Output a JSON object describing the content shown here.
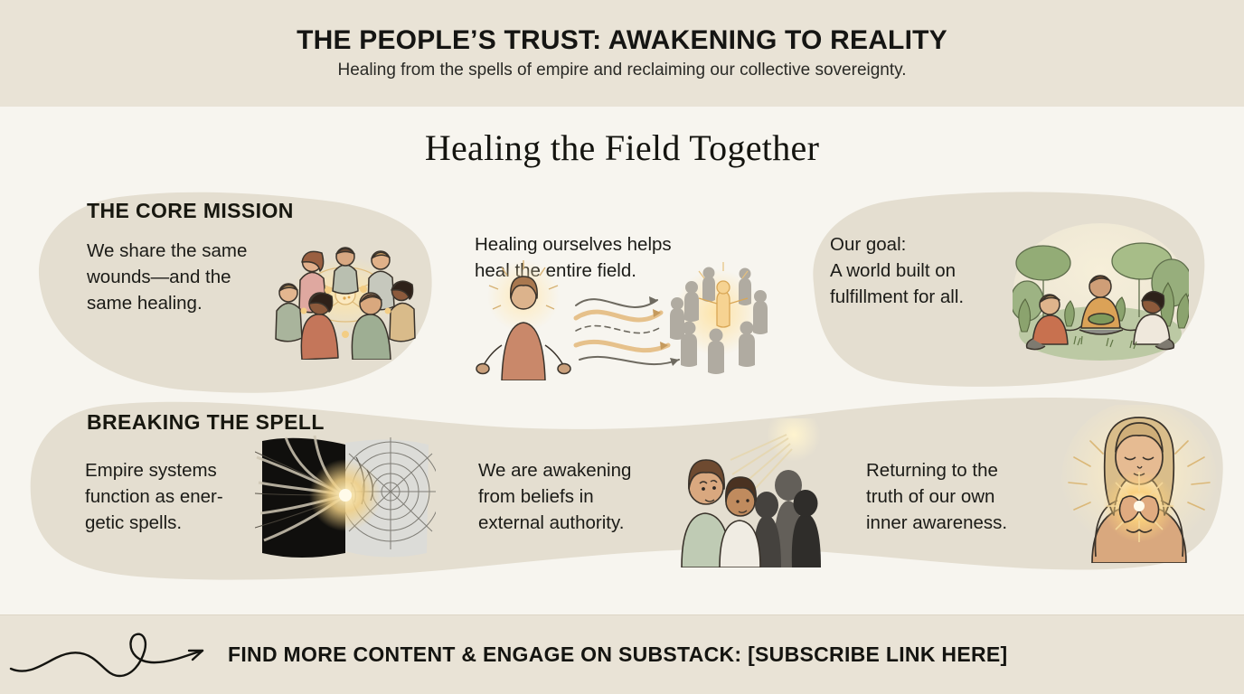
{
  "header": {
    "title": "THE PEOPLE’S TRUST: AWAKENING TO REALITY",
    "subtitle": "Healing from the spells of empire and reclaiming our collective sovereignty."
  },
  "main": {
    "heading": "Healing the Field Together",
    "rows": [
      {
        "kicker": "THE CORE MISSION",
        "cells": [
          {
            "text": "We share the same\nwounds—and the\nsame healing.",
            "art": "circle-of-people-holding-hands"
          },
          {
            "text": "Healing ourselves helps\nheal the entire field.",
            "art": "glowing-figure-energy-to-crowd"
          },
          {
            "text": "Our goal:\nA world built on\nfulfillment for all.",
            "art": "people-sitting-in-green-garden"
          }
        ]
      },
      {
        "kicker": "BREAKING THE SPELL",
        "cells": [
          {
            "text": "Empire systems\nfunction as ener-\ngetic spells.",
            "art": "dark-threads-breaking-into-spiderweb"
          },
          {
            "text": "We are awakening\nfrom beliefs in\nexternal authority.",
            "art": "two-people-looking-up-at-shadow-figures"
          },
          {
            "text": "Returning to the\ntruth of our own\ninner awareness.",
            "art": "woman-with-glowing-heart-light"
          }
        ]
      }
    ]
  },
  "footer": {
    "arrow_icon": "hand-drawn-curly-arrow-icon",
    "cta": "FIND MORE CONTENT & ENGAGE ON SUBSTACK: [SUBSCRIBE LINK HERE]"
  },
  "colors": {
    "band_background": "#e9e3d6",
    "page_background": "#f7f5ef",
    "blob_fill": "#e4ded0",
    "text": "#1a1a18",
    "glow_warm": "#f2c368",
    "foliage_green": "#8ba277"
  }
}
